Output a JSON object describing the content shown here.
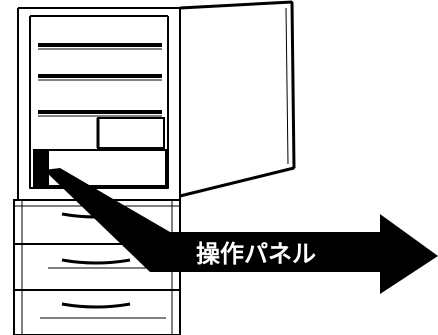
{
  "callout": {
    "label": "操作パネル"
  },
  "colors": {
    "line": "#000000",
    "background": "#ffffff",
    "label_text": "#ffffff",
    "arrow_fill": "#000000"
  },
  "icons": {
    "appliance": "refrigerator-line-drawing",
    "pointer": "callout-arrow"
  }
}
